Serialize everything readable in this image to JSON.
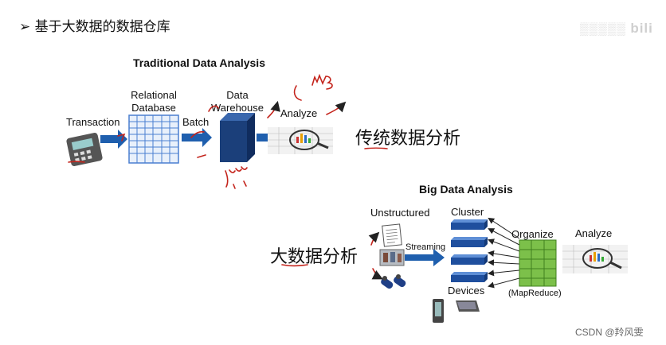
{
  "slide": {
    "heading": "基于大数据的数据仓库",
    "watermark": "bili"
  },
  "traditional": {
    "title": "Traditional Data Analysis",
    "transaction": "Transaction",
    "relational_database": [
      "Relational",
      "Database"
    ],
    "batch": "Batch",
    "data_warehouse": [
      "Data",
      "Warehouse"
    ],
    "analyze": "Analyze",
    "annotation_cn": "传统数据分析",
    "handwriting_top": "𝓌𝓈𝓅𝓈",
    "handwriting_mpp": "mpp"
  },
  "big_data": {
    "title": "Big Data Analysis",
    "unstructured": "Unstructured",
    "streaming": "Streaming",
    "cluster": "Cluster",
    "organize": "Organize",
    "analyze": "Analyze",
    "devices": "Devices",
    "mapreduce": "(MapReduce)",
    "annotation_cn": "大数据分析"
  },
  "footer": {
    "credit": "CSDN @羚风雯"
  },
  "colors": {
    "arrow_blue": "#1f5fae",
    "grid_blue": "#4a7fd0",
    "cube_blue": "#1b3f7a",
    "green": "#7cc04a",
    "annotation_red": "#c4241c"
  }
}
